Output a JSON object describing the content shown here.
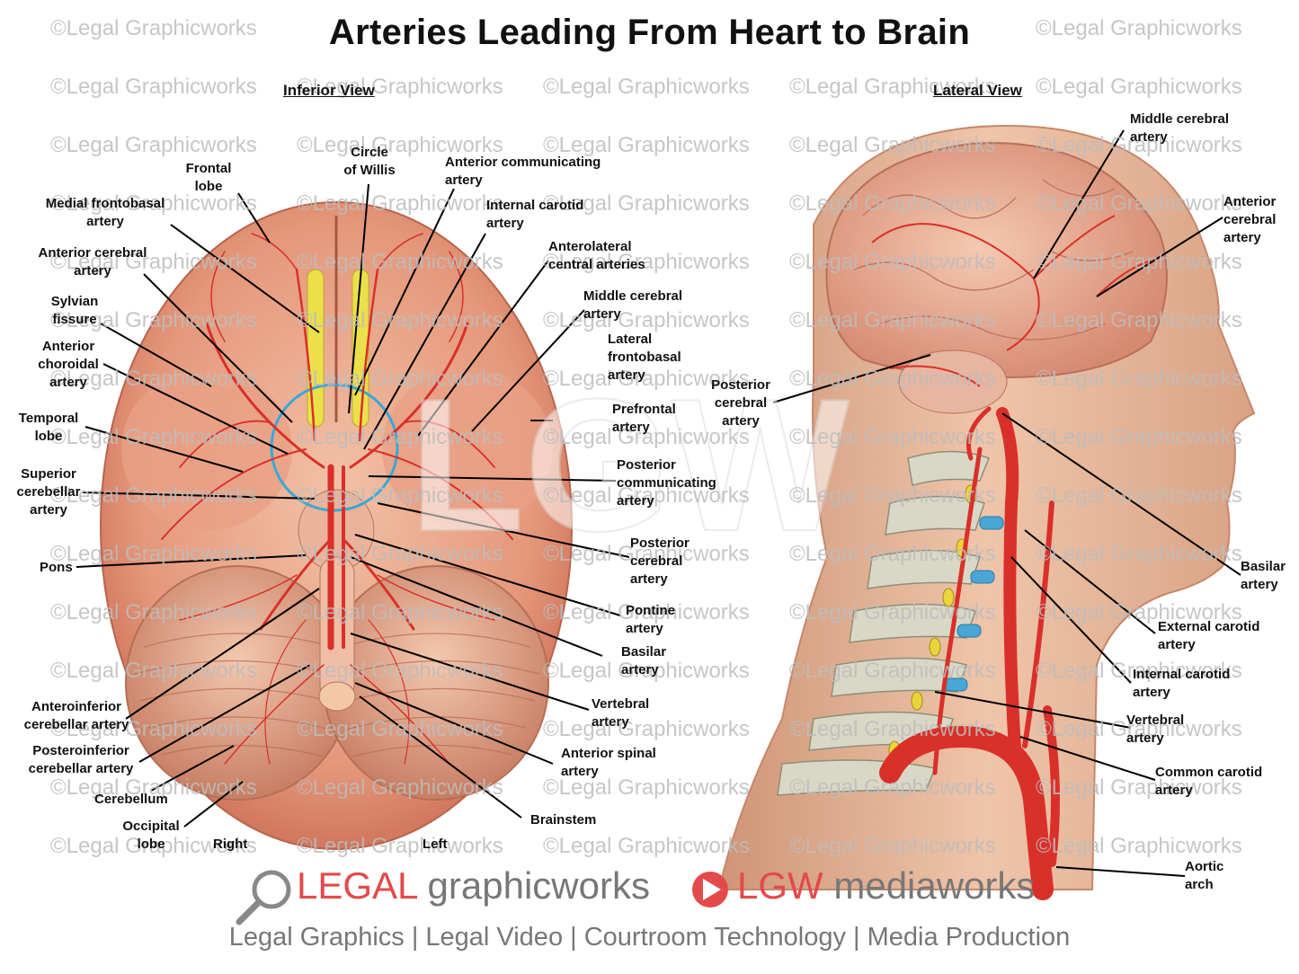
{
  "title": "Arteries Leading From Heart to Brain",
  "views": {
    "inferior": "Inferior View",
    "lateral": "Lateral View"
  },
  "watermark": "©Legal Graphicworks",
  "left_labels": {
    "frontal_lobe": [
      "Frontal",
      "lobe"
    ],
    "medial_frontobasal": [
      "Medial frontobasal",
      "artery"
    ],
    "anterior_cerebral": [
      "Anterior cerebral",
      "artery"
    ],
    "sylvian_fissure": [
      "Sylvian",
      "fissure"
    ],
    "anterior_choroidal": [
      "Anterior",
      "choroidal",
      "artery"
    ],
    "temporal_lobe": [
      "Temporal",
      "lobe"
    ],
    "superior_cerebellar": [
      "Superior",
      "cerebellar",
      "artery"
    ],
    "pons": [
      "Pons"
    ],
    "anteroinferior_cerebellar": [
      "Anteroinferior",
      "cerebellar artery"
    ],
    "posteroinferior_cerebellar": [
      "Posteroinferior",
      "cerebellar artery"
    ],
    "cerebellum": [
      "Cerebellum"
    ],
    "occipital_lobe": [
      "Occipital",
      "lobe"
    ],
    "right": [
      "Right"
    ],
    "left": [
      "Left"
    ],
    "circle_of_willis": [
      "Circle",
      "of Willis"
    ],
    "anterior_communicating": [
      "Anterior communicating",
      "artery"
    ],
    "internal_carotid": [
      "Internal carotid",
      "artery"
    ],
    "anterolateral_central": [
      "Anterolateral",
      "central arteries"
    ],
    "middle_cerebral": [
      "Middle cerebral",
      "artery"
    ],
    "lateral_frontobasal": [
      "Lateral",
      "frontobasal",
      "artery"
    ],
    "prefrontal": [
      "Prefrontal",
      "artery"
    ],
    "posterior_communicating": [
      "Posterior",
      "communicating",
      "artery"
    ],
    "posterior_cerebral": [
      "Posterior",
      "cerebral",
      "artery"
    ],
    "pontine": [
      "Pontine",
      "artery"
    ],
    "basilar": [
      "Basilar",
      "artery"
    ],
    "vertebral": [
      "Vertebral",
      "artery"
    ],
    "anterior_spinal": [
      "Anterior spinal",
      "artery"
    ],
    "brainstem": [
      "Brainstem"
    ]
  },
  "right_labels": {
    "middle_cerebral": [
      "Middle cerebral",
      "artery"
    ],
    "anterior_cerebral": [
      "Anterior",
      "cerebral",
      "artery"
    ],
    "posterior_cerebral": [
      "Posterior",
      "cerebral",
      "artery"
    ],
    "basilar": [
      "Basilar",
      "artery"
    ],
    "external_carotid": [
      "External carotid",
      "artery"
    ],
    "internal_carotid": [
      "Internal carotid",
      "artery"
    ],
    "vertebral": [
      "Vertebral",
      "artery"
    ],
    "common_carotid": [
      "Common carotid",
      "artery"
    ],
    "aortic_arch": [
      "Aortic",
      "arch"
    ]
  },
  "center_mark": "LGW",
  "footer": {
    "legal": "LEGAL",
    "graphicworks": "graphicworks",
    "lgw": "LGW",
    "mediaworks": "mediaworks",
    "tagline": "Legal Graphics | Legal Video | Courtroom Technology | Media Production"
  },
  "colors": {
    "artery": "#d9302a",
    "brain": "#e9a487",
    "skin": "#e8b79a",
    "footer_red": "#e34a4a",
    "footer_grey": "#777777"
  }
}
